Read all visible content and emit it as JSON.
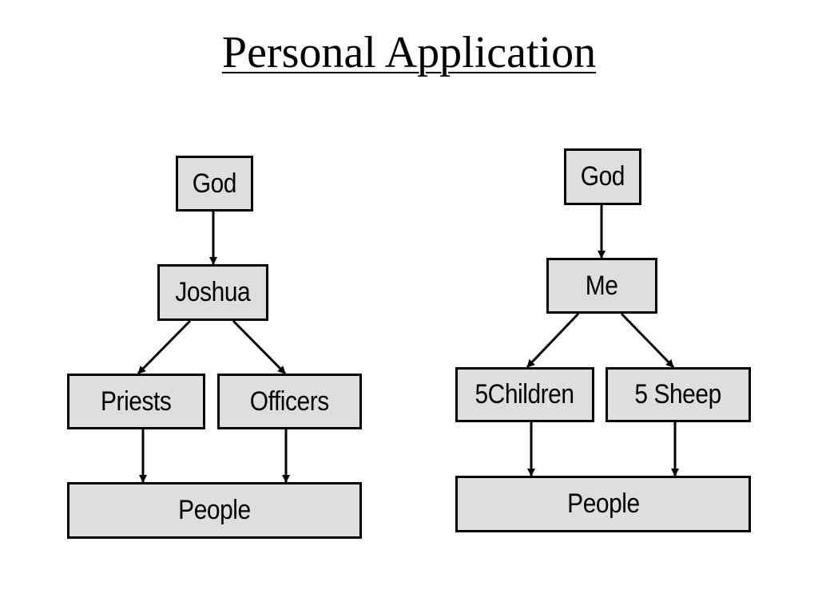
{
  "title": "Personal Application",
  "colors": {
    "box_fill": "#dedede",
    "box_border": "#000000",
    "connector": "#000000"
  },
  "left_diagram": {
    "top": "God",
    "middle": "Joshua",
    "branch_left": "Priests",
    "branch_right": "Officers",
    "bottom": "People"
  },
  "right_diagram": {
    "top": "God",
    "middle": "Me",
    "branch_left": "5Children",
    "branch_right": "5 Sheep",
    "bottom": "People"
  }
}
